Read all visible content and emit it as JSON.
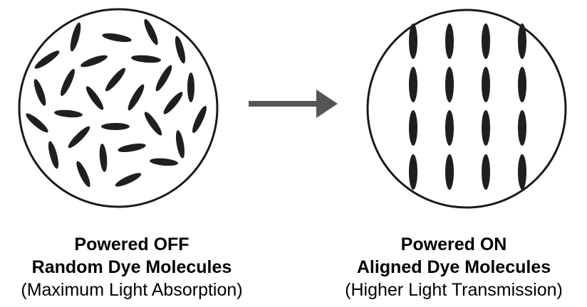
{
  "colors": {
    "molecule": "#1f1f1f",
    "circle_stroke": "#1a1a1a",
    "arrow": "#555555"
  },
  "left_panel": {
    "state_label": "Powered OFF",
    "description": "Random Dye Molecules",
    "effect": "(Maximum Light Absorption)",
    "arrangement": "random"
  },
  "right_panel": {
    "state_label": "Powered ON",
    "description": "Aligned Dye Molecules",
    "effect": "(Higher Light Transmission)",
    "arrangement": "aligned-vertical",
    "grid": {
      "rows": 4,
      "columns": 4
    }
  },
  "arrow": {
    "icon": "right-arrow-icon"
  }
}
